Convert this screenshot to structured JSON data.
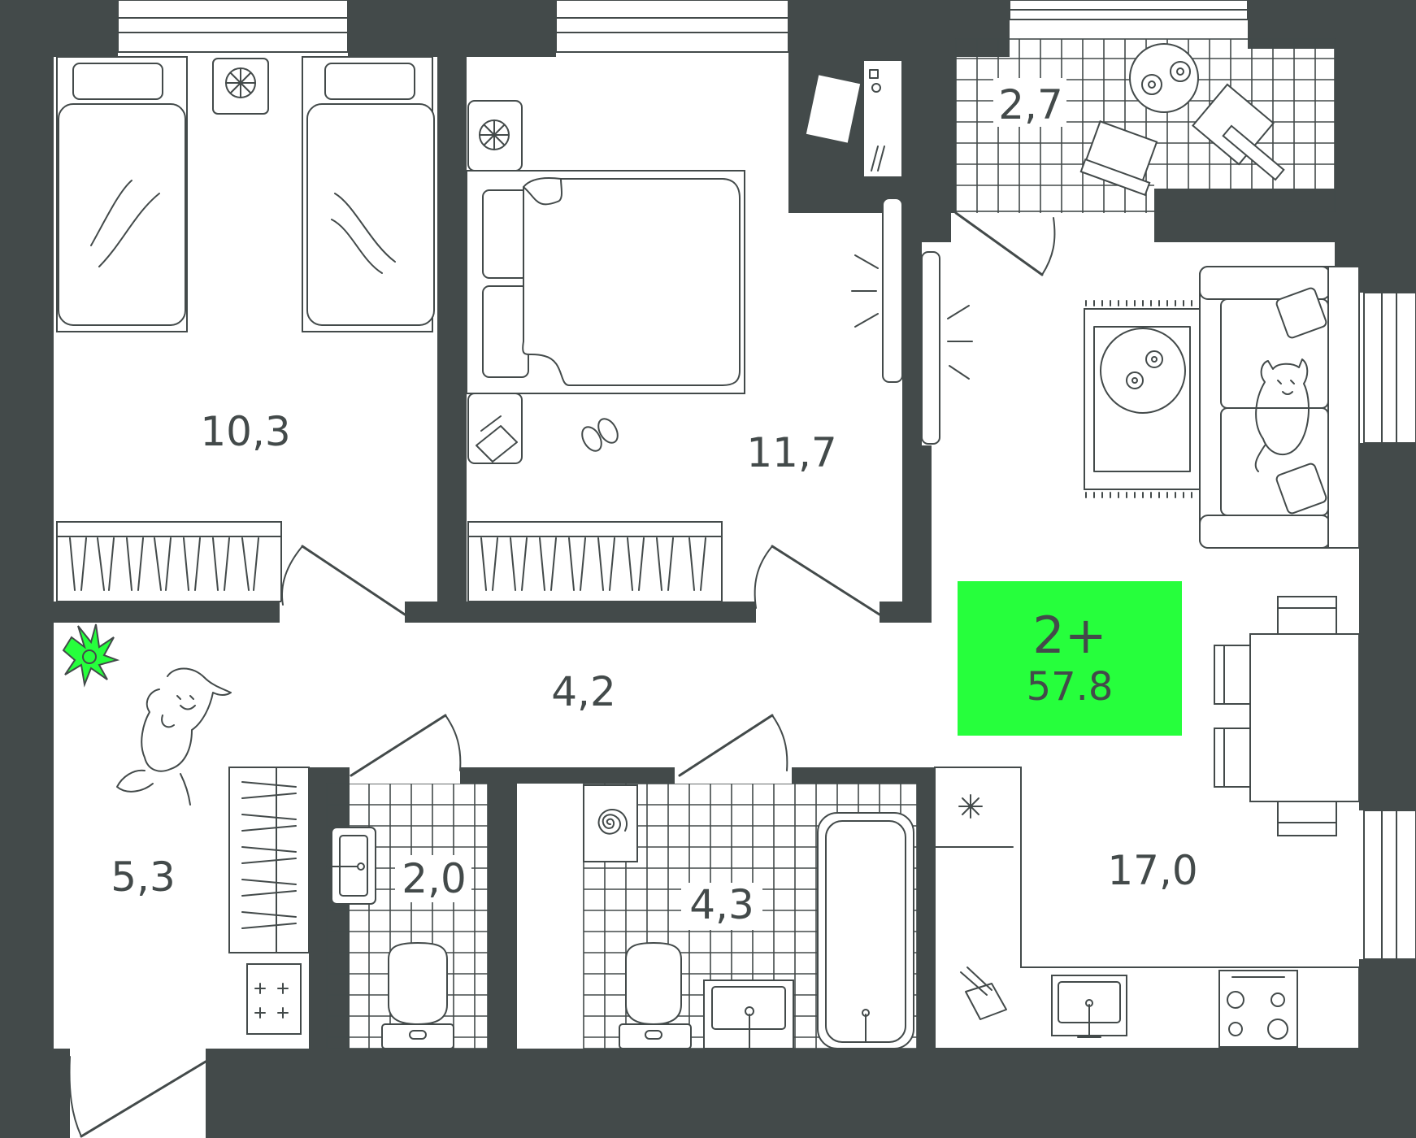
{
  "summary": {
    "rooms": "2+",
    "total_area": "57.8",
    "highlight_color": "#26ff3c"
  },
  "colors": {
    "wall": "#434a4a",
    "background": "#ffffff",
    "accent": "#26ff3c"
  },
  "rooms": {
    "bedroom_left": "10,3",
    "bedroom_right": "11,7",
    "balcony": "2,7",
    "corridor": "4,2",
    "entrance_hall": "5,3",
    "toilet": "2,0",
    "bathroom": "4,3",
    "kitchen_living": "17,0"
  },
  "icons": [
    "bed-icon",
    "nightstand-icon",
    "desk-icon",
    "wardrobe-icon",
    "sofa-icon",
    "cat-icon",
    "dog-icon",
    "plant-icon",
    "bathtub-icon",
    "toilet-icon",
    "sink-icon",
    "stove-icon",
    "dining-table-icon",
    "washing-machine-icon",
    "slippers-icon"
  ]
}
